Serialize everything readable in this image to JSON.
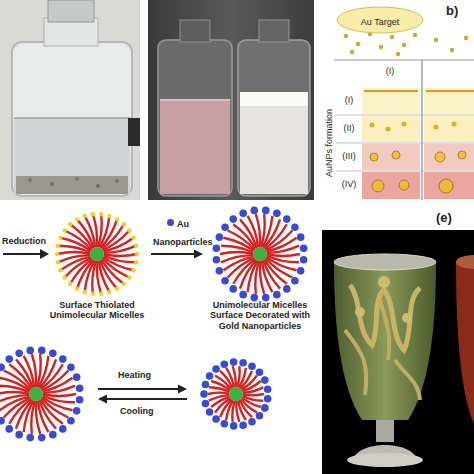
{
  "diagram": {
    "nodes": [
      {
        "text": [
          "Au Target"
        ]
      },
      {
        "text": [
          "Surface Thiolated Unimolecular Micelles"
        ]
      },
      {
        "text": [
          "Unimolecular Micelles Surface Decorated with Gold Nanoparticles"
        ]
      }
    ],
    "edges": [
      {
        "from": 1,
        "to": 2,
        "arrow": "to",
        "label": "Au Nanoparticles"
      }
    ],
    "labels": [
      "b)",
      "(I)",
      "AuNPs formation",
      "(I)",
      "(II)",
      "(III)",
      "(IV)",
      "Reduction",
      "Heating",
      "Cooling",
      "(e)"
    ]
  }
}
